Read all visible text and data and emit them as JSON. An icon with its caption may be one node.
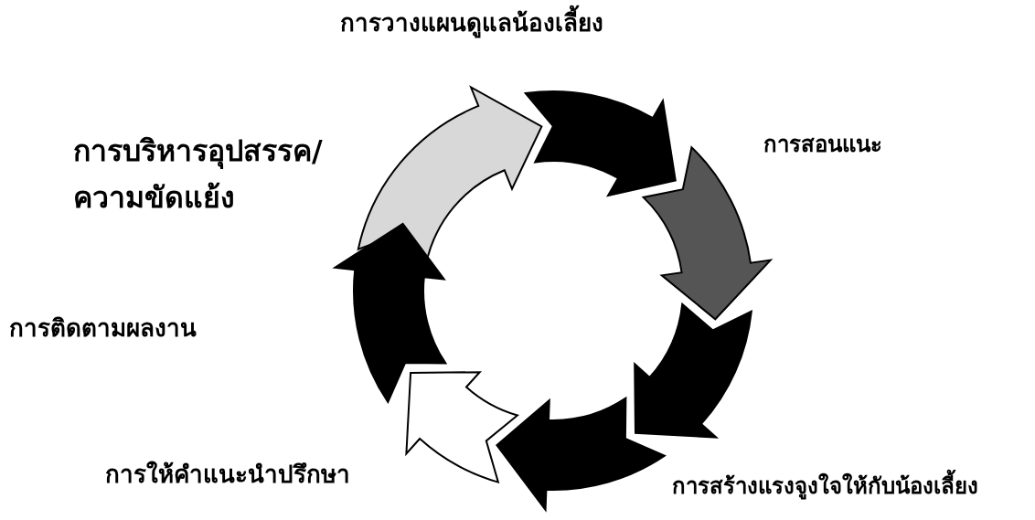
{
  "diagram": {
    "nodes": [
      {
        "text": [
          "การวางแผนดูแลน้องเลี้ยง"
        ]
      },
      {
        "text": [
          "การบริหารอุปสรรค/ ความขัดแย้ง"
        ]
      },
      {
        "text": [
          "การสอนแนะ"
        ]
      },
      {
        "text": [
          "การติดตามผลงาน"
        ]
      },
      {
        "text": [
          "การให้คำแนะนำปรึกษา"
        ]
      },
      {
        "text": [
          "การสร้างแรงจูงใจให้กับน้องเลี้ยง"
        ]
      }
    ]
  }
}
